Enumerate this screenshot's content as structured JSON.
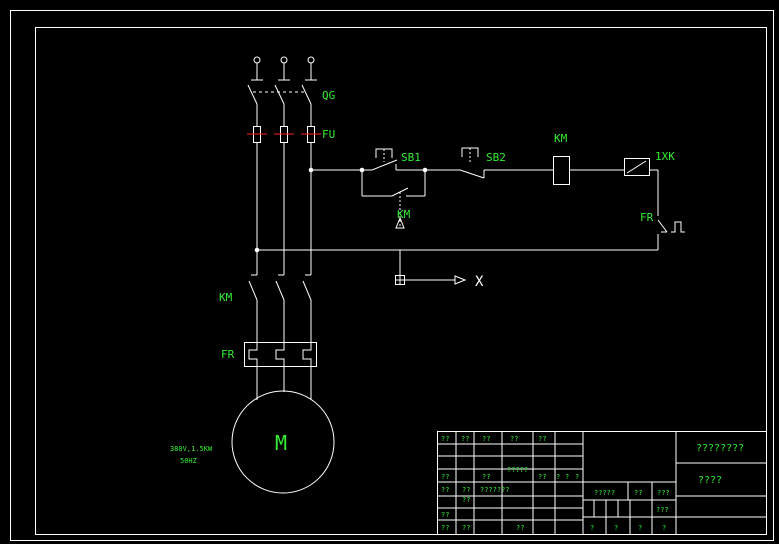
{
  "labels": {
    "qg": "QG",
    "fu": "FU",
    "sb1": "SB1",
    "sb2": "SB2",
    "km_coil": "KM",
    "xk": "1XK",
    "km_aux": "KM",
    "fr_contact": "FR",
    "axis_x": "X",
    "km_main": "KM",
    "fr_relay": "FR",
    "motor": "M",
    "motor_spec_line1": "380V,1.5KW",
    "motor_spec_line2": "50HZ"
  },
  "title_block": {
    "drawing_title": "????????",
    "subtitle": "????",
    "row1_cells": [
      "??",
      "??",
      "??",
      "??",
      "??"
    ],
    "row3_cells": [
      "??",
      "??",
      "?????",
      "??",
      "?",
      "?",
      "?"
    ],
    "row4_cells": [
      "??",
      "??",
      "??",
      "???????",
      "?????",
      "??",
      "???"
    ],
    "row5_cells": [
      "??",
      "???"
    ],
    "row6_cells": [
      "??",
      "??",
      "??",
      "?",
      "?",
      "?",
      "?"
    ]
  },
  "colors": {
    "background": "#000000",
    "lines": "#ffffff",
    "labels": "#33ee33",
    "fuse_marks": "#ff2020"
  }
}
